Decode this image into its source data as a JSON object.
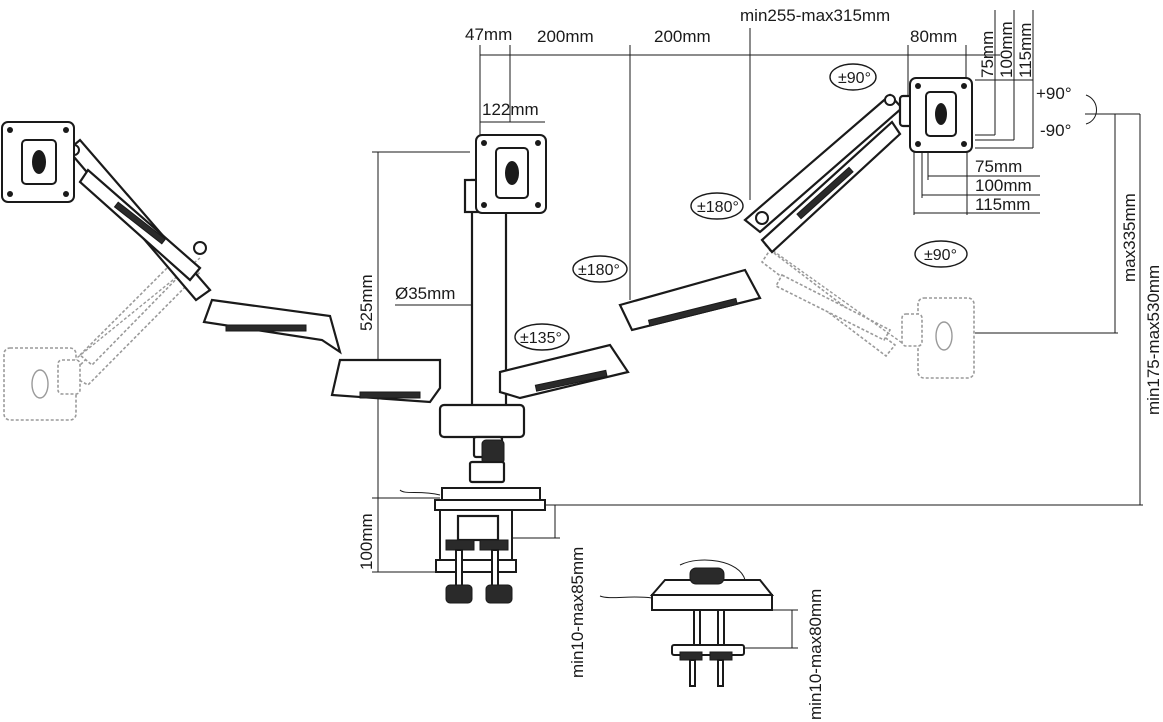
{
  "dimensions": {
    "d47": "47mm",
    "d200a": "200mm",
    "d200b": "200mm",
    "reach": "min255-max315mm",
    "d80": "80mm",
    "v75": "75mm",
    "v100": "100mm",
    "v115": "115mm",
    "h75": "75mm",
    "h100": "100mm",
    "h115": "115mm",
    "d122": "122mm",
    "pole_dia": "Ø35mm",
    "pole_h": "525mm",
    "max335": "max335mm",
    "height_range": "min175-max530mm",
    "clamp_h": "100mm",
    "clamp_range": "min10-max85mm",
    "grommet_range": "min10-max80mm"
  },
  "rotations": {
    "tilt_up": "+90°",
    "tilt_down": "-90°",
    "swivel_top": "±90°",
    "swivel_right": "±90°",
    "arm_right": "±180°",
    "arm_mid": "±180°",
    "arm_left": "±135°"
  },
  "colors": {
    "line": "#1a1a1a",
    "ghost": "#9a9a9a"
  }
}
